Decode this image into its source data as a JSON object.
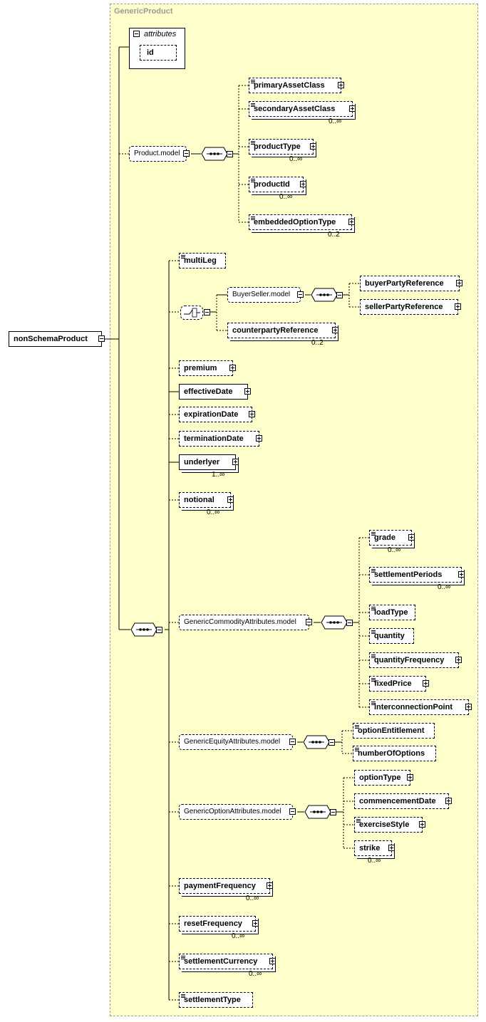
{
  "group_title": "GenericProduct",
  "root": {
    "label": "nonSchemaProduct"
  },
  "attributes": {
    "label": "attributes",
    "items": [
      {
        "label": "id"
      }
    ]
  },
  "product_model": {
    "label": "Product.model",
    "children": [
      {
        "label": "primaryAssetClass",
        "card": ""
      },
      {
        "label": "secondaryAssetClass",
        "card": "0..∞"
      },
      {
        "label": "productType",
        "card": "0..∞"
      },
      {
        "label": "productId",
        "card": "0..∞"
      },
      {
        "label": "embeddedOptionType",
        "card": "0..2"
      }
    ]
  },
  "multi_leg": {
    "label": "multiLeg"
  },
  "buyer_seller": {
    "label": "BuyerSeller.model",
    "children": [
      {
        "label": "buyerPartyReference"
      },
      {
        "label": "sellerPartyReference"
      }
    ],
    "counterparty": {
      "label": "counterpartyReference",
      "card": "0..2"
    }
  },
  "main_elements": [
    {
      "label": "premium",
      "card": ""
    },
    {
      "label": "effectiveDate",
      "card": ""
    },
    {
      "label": "expirationDate",
      "card": ""
    },
    {
      "label": "terminationDate",
      "card": ""
    },
    {
      "label": "underlyer",
      "card": "1..∞"
    },
    {
      "label": "notional",
      "card": "0..∞"
    }
  ],
  "commodity_model": {
    "label": "GenericCommodityAttributes.model",
    "children": [
      {
        "label": "grade",
        "card": "0..∞"
      },
      {
        "label": "settlementPeriods",
        "card": "0..∞"
      },
      {
        "label": "loadType",
        "card": ""
      },
      {
        "label": "quantity",
        "card": ""
      },
      {
        "label": "quantityFrequency",
        "card": ""
      },
      {
        "label": "fixedPrice",
        "card": ""
      },
      {
        "label": "interconnectionPoint",
        "card": ""
      }
    ]
  },
  "equity_model": {
    "label": "GenericEquityAttributes.model",
    "children": [
      {
        "label": "optionEntitlement"
      },
      {
        "label": "numberOfOptions"
      }
    ]
  },
  "option_model": {
    "label": "GenericOptionAttributes.model",
    "children": [
      {
        "label": "optionType",
        "card": ""
      },
      {
        "label": "commencementDate",
        "card": ""
      },
      {
        "label": "exerciseStyle",
        "card": ""
      },
      {
        "label": "strike",
        "card": "0..∞"
      }
    ]
  },
  "tail_elements": [
    {
      "label": "paymentFrequency",
      "card": "0..∞"
    },
    {
      "label": "resetFrequency",
      "card": "0..∞"
    },
    {
      "label": "settlementCurrency",
      "card": "0..∞"
    },
    {
      "label": "settlementType",
      "card": ""
    }
  ]
}
